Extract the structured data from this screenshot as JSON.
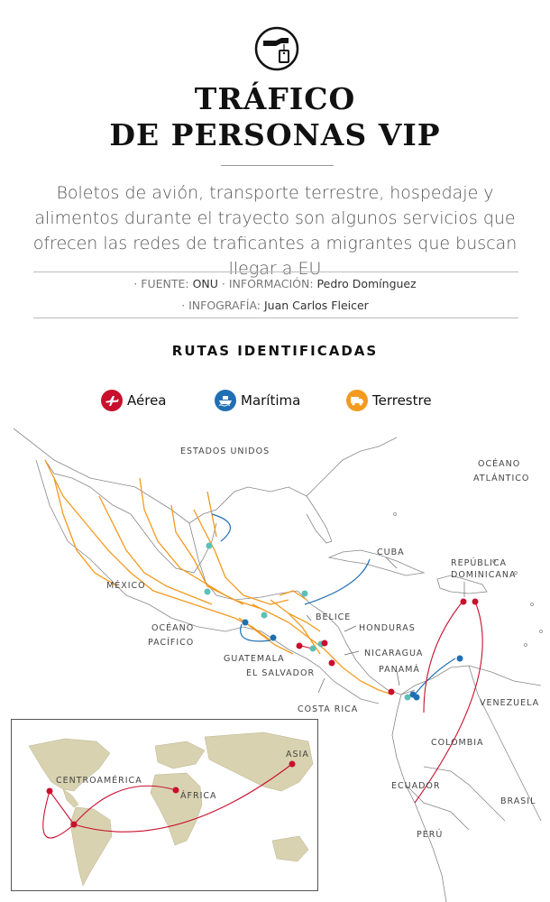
{
  "header": {
    "icon": "hand-holding-tag-icon",
    "title_line1": "TRÁFICO",
    "title_line2": "DE PERSONAS VIP",
    "subtitle": "Boletos de avión, transporte terrestre, hospedaje y alimentos durante el trayecto son algunos servicios que ofrecen las redes de traficantes a migrantes que buscan llegar a EU"
  },
  "credits": {
    "source_label": "· FUENTE:",
    "source_value": "ONU",
    "info_label": "· INFORMACIÓN:",
    "info_value": "Pedro Domínguez",
    "graphic_label": "· INFOGRAFÍA:",
    "graphic_value": "Juan Carlos Fleicer"
  },
  "section_title": "RUTAS IDENTIFICADAS",
  "legend": [
    {
      "label": "Aérea",
      "icon": "airplane-icon",
      "color": "#c8102e"
    },
    {
      "label": "Marítima",
      "icon": "ship-icon",
      "color": "#1f6fb2"
    },
    {
      "label": "Terrestre",
      "icon": "truck-icon",
      "color": "#f39a1f"
    }
  ],
  "map_labels": {
    "estados_unidos": "ESTADOS UNIDOS",
    "oceano_atlantico_1": "OCÉANO",
    "oceano_atlantico_2": "ATLÁNTICO",
    "mexico": "MÉXICO",
    "cuba": "CUBA",
    "rep_dom_1": "REPÚBLICA",
    "rep_dom_2": "DOMINICANA",
    "oceano_pacifico_1": "OCÉANO",
    "oceano_pacifico_2": "PACÍFICO",
    "belice": "BELICE",
    "honduras": "HONDURAS",
    "guatemala": "GUATEMALA",
    "el_salvador": "EL SALVADOR",
    "nicaragua": "NICARAGUA",
    "panama": "PANAMÁ",
    "costa_rica": "COSTA RICA",
    "venezuela": "VENEZUELA",
    "colombia": "COLOMBIA",
    "ecuador": "ECUADOR",
    "brasil": "BRASIL",
    "peru": "PERÚ"
  },
  "inset_labels": {
    "centroamerica": "CENTROAMÉRICA",
    "africa": "ÁFRICA",
    "asia": "ASIA"
  },
  "colors": {
    "air": "#c8102e",
    "sea": "#1f6fb2",
    "land": "#f39a1f",
    "node": "#5bc0b8",
    "land_fill": "#d8d2b0"
  }
}
